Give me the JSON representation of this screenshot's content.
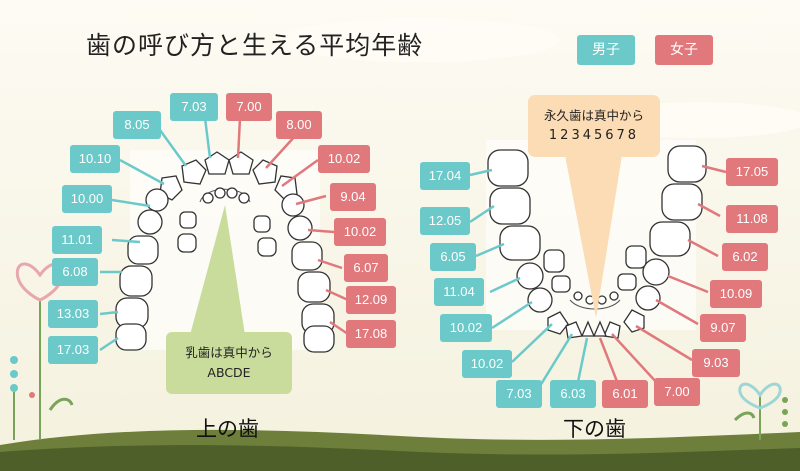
{
  "title": "歯の呼び方と生える平均年齢",
  "legend": {
    "boy": "男子",
    "girl": "女子"
  },
  "upper": {
    "caption": "上の歯",
    "note_line1": "乳歯は真中から",
    "note_line2": "ABCDE",
    "boy_ages": [
      "7.03",
      "8.05",
      "10.10",
      "10.00",
      "11.01",
      "6.08",
      "13.03",
      "17.03"
    ],
    "girl_ages": [
      "7.00",
      "8.00",
      "10.02",
      "9.04",
      "10.02",
      "6.07",
      "12.09",
      "17.08"
    ]
  },
  "lower": {
    "caption": "下の歯",
    "note_line1": "永久歯は真中から",
    "note_line2": "12345678",
    "boy_ages": [
      "17.04",
      "12.05",
      "6.05",
      "11.04",
      "10.02",
      "10.02",
      "7.03",
      "6.03"
    ],
    "girl_ages": [
      "17.05",
      "11.08",
      "6.02",
      "10.09",
      "9.07",
      "9.03",
      "7.00",
      "6.01"
    ]
  },
  "colors": {
    "boy": "#6cc9c9",
    "girl": "#e0787c",
    "note_green": "#c9dc9c",
    "note_orange": "#fbdcb4"
  }
}
